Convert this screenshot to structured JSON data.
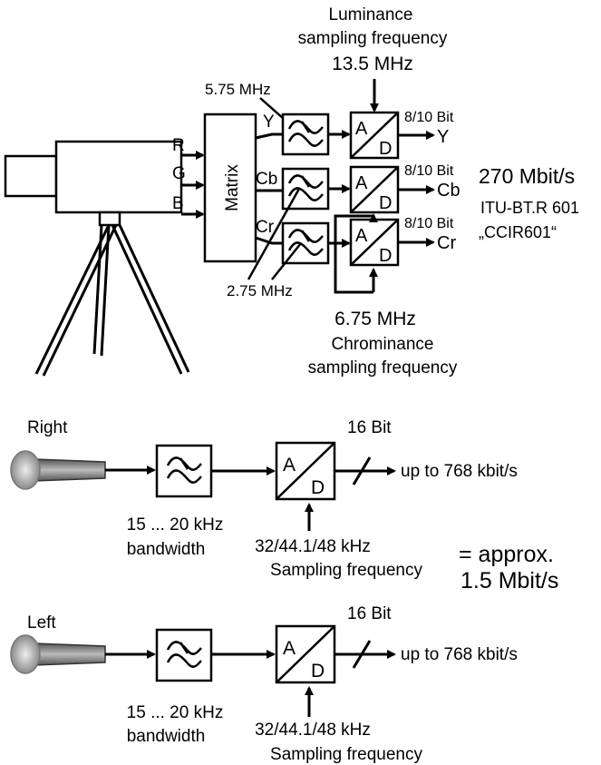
{
  "video": {
    "luminance_label_1": "Luminance",
    "luminance_label_2": "sampling frequency",
    "luminance_freq": "13.5 MHz",
    "filter_y_freq": "5.75 MHz",
    "filter_c_freq": "2.75 MHz",
    "matrix": "Matrix",
    "inputs": [
      "R",
      "G",
      "B"
    ],
    "channels": [
      "Y",
      "Cb",
      "Cr"
    ],
    "bits": "8/10 Bit",
    "ad_a": "A",
    "ad_d": "D",
    "rate": "270 Mbit/s",
    "standard": "ITU-BT.R 601",
    "standard_alias": "„CCIR601“",
    "chroma_freq": "6.75 MHz",
    "chroma_label_1": "Chrominance",
    "chroma_label_2": "sampling frequency"
  },
  "audio": [
    {
      "name": "Right",
      "bits": "16 Bit",
      "output": "up to 768 kbit/s",
      "bandwidth_1": "15 ... 20 kHz",
      "bandwidth_2": "bandwidth",
      "sampling_1": "32/44.1/48 kHz",
      "sampling_2": "Sampling frequency"
    },
    {
      "name": "Left",
      "bits": "16 Bit",
      "output": "up to 768 kbit/s",
      "bandwidth_1": "15 ... 20 kHz",
      "bandwidth_2": "bandwidth",
      "sampling_1": "32/44.1/48 kHz",
      "sampling_2": "Sampling frequency"
    }
  ],
  "total_1": "= approx.",
  "total_2": "1.5 Mbit/s"
}
